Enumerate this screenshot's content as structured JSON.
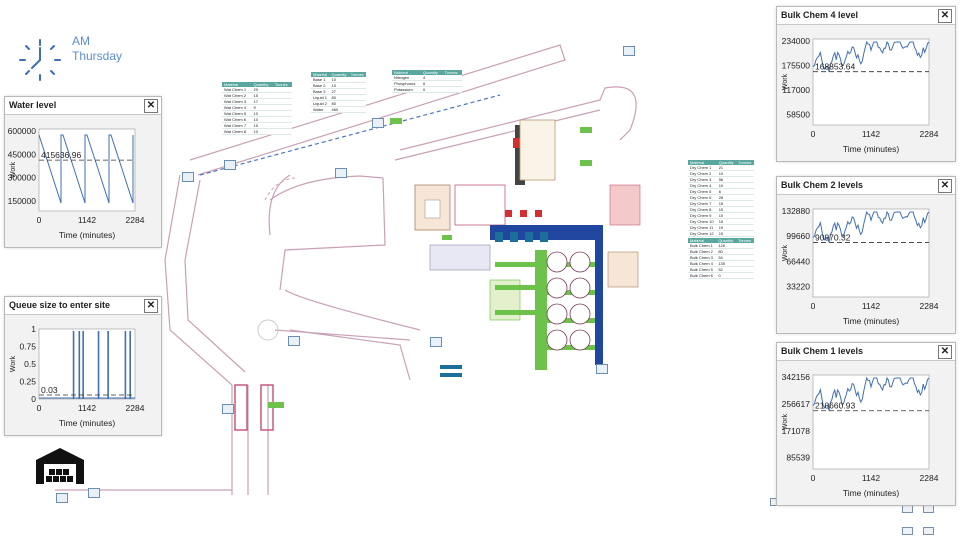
{
  "clock": {
    "ampm": "AM",
    "day": "Thursday"
  },
  "panels": {
    "water": {
      "title": "Water level",
      "yticks": [
        "600000",
        "450000",
        "300000",
        "150000"
      ],
      "xticks": [
        "0",
        "1142",
        "2284"
      ],
      "xlabel": "Time (minutes)",
      "ylabel": "Work",
      "avg_label": "415636.96"
    },
    "queue": {
      "title": "Queue size to enter site",
      "yticks": [
        "1",
        "0.75",
        "0.5",
        "0.25",
        "0"
      ],
      "xticks": [
        "0",
        "1142",
        "2284"
      ],
      "xlabel": "Time (minutes)",
      "ylabel": "Work",
      "avg_label": "0.03"
    },
    "chem4": {
      "title": "Bulk Chem 4 level",
      "yticks": [
        "234000",
        "175500",
        "117000",
        "58500"
      ],
      "xticks": [
        "0",
        "1142",
        "2284"
      ],
      "xlabel": "Time (minutes)",
      "ylabel": "Work",
      "avg_label": "168853.64"
    },
    "chem2": {
      "title": "Bulk Chem 2 levels",
      "yticks": [
        "132880",
        "99660",
        "66440",
        "33220"
      ],
      "xticks": [
        "0",
        "1142",
        "2284"
      ],
      "xlabel": "Time (minutes)",
      "ylabel": "Work",
      "avg_label": "90970.32"
    },
    "chem1": {
      "title": "Bulk Chem 1 levels",
      "yticks": [
        "342156",
        "256617",
        "171078",
        "85539"
      ],
      "xticks": [
        "0",
        "1142",
        "2284"
      ],
      "xlabel": "Time (minutes)",
      "ylabel": "Work",
      "avg_label": "210660.93"
    }
  },
  "close_glyph": "✕",
  "tables": {
    "water_tbl": {
      "headers": [
        "Material",
        "Quantity",
        "Tonnes"
      ],
      "rows": [
        [
          "Wat Chem 1",
          "29",
          ""
        ],
        [
          "Wat Chem 2",
          "15",
          ""
        ],
        [
          "Wat Chem 3",
          "17",
          ""
        ],
        [
          "Wat Chem 4",
          "9",
          ""
        ],
        [
          "Wat Chem 5",
          "10",
          ""
        ],
        [
          "Wat Chem 6",
          "10",
          ""
        ],
        [
          "Wat Chem 7",
          "15",
          ""
        ],
        [
          "Wat Chem 8",
          "10",
          ""
        ]
      ]
    },
    "base_tbl": {
      "headers": [
        "Material",
        "Quantity",
        "Tonnes"
      ],
      "rows": [
        [
          "Base 1",
          "10",
          ""
        ],
        [
          "Base 2",
          "10",
          ""
        ],
        [
          "Base 3",
          "27",
          ""
        ],
        [
          "Liquid 1",
          "80",
          ""
        ],
        [
          "Liquid 2",
          "80",
          ""
        ],
        [
          "Water",
          "460",
          ""
        ]
      ]
    },
    "nutrient_tbl": {
      "headers": [
        "Nutrient",
        "Quantity",
        "Tonnes"
      ],
      "rows": [
        [
          "Nitrogen",
          "4",
          ""
        ],
        [
          "Phosphorus",
          "6",
          ""
        ],
        [
          "Potassium",
          "0",
          ""
        ]
      ]
    },
    "dry_tbl": {
      "headers": [
        "Material",
        "Quantity",
        "Tonnes"
      ],
      "rows": [
        [
          "Dry Chem 1",
          "21",
          ""
        ],
        [
          "Dry Chem 2",
          "10",
          ""
        ],
        [
          "Dry Chem 3",
          "56",
          ""
        ],
        [
          "Dry Chem 4",
          "10",
          ""
        ],
        [
          "Dry Chem 5",
          "6",
          ""
        ],
        [
          "Dry Chem 6",
          "28",
          ""
        ],
        [
          "Dry Chem 7",
          "15",
          ""
        ],
        [
          "Dry Chem 8",
          "15",
          ""
        ],
        [
          "Dry Chem 9",
          "10",
          ""
        ],
        [
          "Dry Chem 10",
          "15",
          ""
        ],
        [
          "Dry Chem 11",
          "19",
          ""
        ],
        [
          "Dry Chem 12",
          "15",
          ""
        ]
      ]
    },
    "bulk_tbl": {
      "headers": [
        "Material",
        "Quantity",
        "Tonnes"
      ],
      "rows": [
        [
          "Bulk Chem 1",
          "126",
          ""
        ],
        [
          "Bulk Chem 2",
          "80",
          ""
        ],
        [
          "Bulk Chem 3",
          "54",
          ""
        ],
        [
          "Bulk Chem 4",
          "135",
          ""
        ],
        [
          "Bulk Chem 5",
          "52",
          ""
        ],
        [
          "Bulk Chem 6",
          "0",
          ""
        ]
      ]
    }
  },
  "colors": {
    "accent": "#5b8fd6",
    "series": "#3f6fb5",
    "road": "#c9a0b6",
    "green": "#6cc24a",
    "navy": "#2146a0",
    "red": "#d32f2f"
  },
  "icons": {
    "warehouse": "warehouse-icon",
    "clock": "clock-icon",
    "close": "close-icon"
  }
}
